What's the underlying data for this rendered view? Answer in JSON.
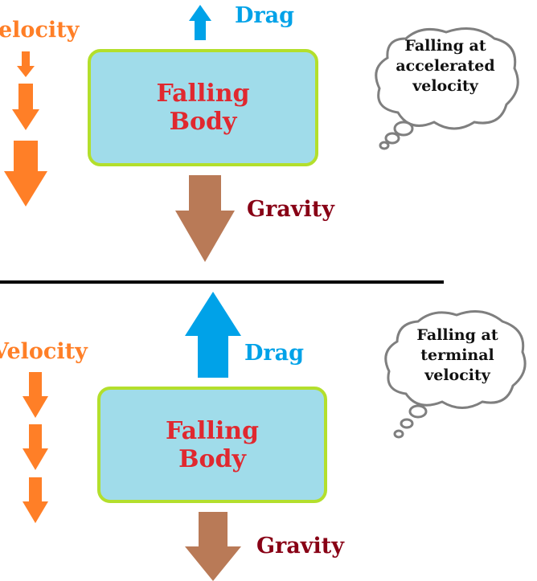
{
  "colors": {
    "velocity": "#ff7f27",
    "drag": "#00a2e8",
    "gravity": "#b97a57",
    "gravity_text": "#880015",
    "body_fill": "#a0dcea",
    "body_border": "#b3df2c",
    "body_text": "#e0282f",
    "cloud_stroke": "#7f7f7f",
    "divider": "#000000"
  },
  "top_panel": {
    "velocity_label": "elocity",
    "drag_label": "Drag",
    "gravity_label": "Gravity",
    "body_line1": "Falling",
    "body_line2": "Body",
    "thought_line1": "Falling at",
    "thought_line2": "accelerated",
    "thought_line3": "velocity"
  },
  "bottom_panel": {
    "velocity_label": "Velocity",
    "drag_label": "Drag",
    "gravity_label": "Gravity",
    "body_line1": "Falling",
    "body_line2": "Body",
    "thought_line1": "Falling at",
    "thought_line2": "terminal",
    "thought_line3": "velocity"
  },
  "icons": {
    "down_arrow": "down-arrow-icon",
    "up_arrow": "up-arrow-icon",
    "thought_cloud": "thought-cloud-icon"
  }
}
